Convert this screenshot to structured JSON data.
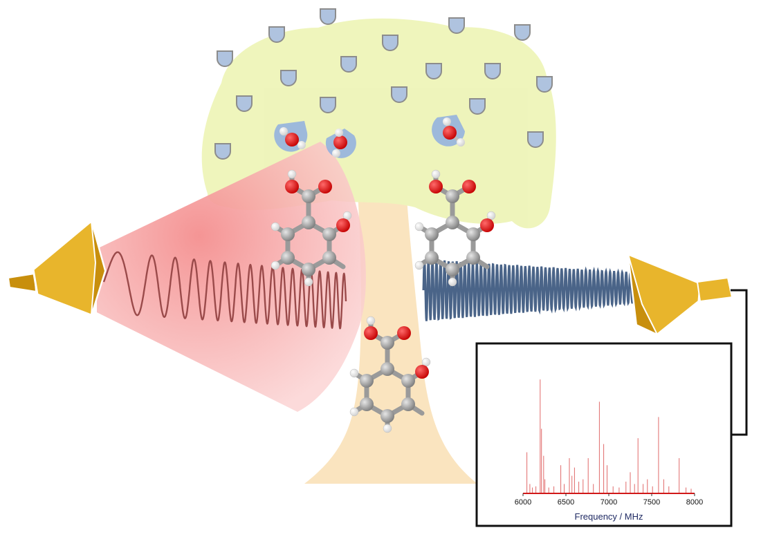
{
  "chart_data": {
    "type": "line",
    "xlabel": "Frequency / MHz",
    "ylabel": "",
    "xlim": [
      6000,
      8000
    ],
    "ylim": [
      0,
      1
    ],
    "xticks": [
      6000,
      6500,
      7000,
      7500,
      8000
    ],
    "grid": false,
    "series": [
      {
        "color": "#e06a6a",
        "peaks": [
          {
            "x": 6045,
            "y": 0.35
          },
          {
            "x": 6080,
            "y": 0.08
          },
          {
            "x": 6110,
            "y": 0.05
          },
          {
            "x": 6150,
            "y": 0.06
          },
          {
            "x": 6200,
            "y": 0.97
          },
          {
            "x": 6215,
            "y": 0.55
          },
          {
            "x": 6240,
            "y": 0.32
          },
          {
            "x": 6255,
            "y": 0.12
          },
          {
            "x": 6300,
            "y": 0.05
          },
          {
            "x": 6360,
            "y": 0.06
          },
          {
            "x": 6440,
            "y": 0.24
          },
          {
            "x": 6480,
            "y": 0.08
          },
          {
            "x": 6540,
            "y": 0.3
          },
          {
            "x": 6570,
            "y": 0.15
          },
          {
            "x": 6600,
            "y": 0.22
          },
          {
            "x": 6650,
            "y": 0.1
          },
          {
            "x": 6700,
            "y": 0.12
          },
          {
            "x": 6760,
            "y": 0.3
          },
          {
            "x": 6820,
            "y": 0.08
          },
          {
            "x": 6890,
            "y": 0.78
          },
          {
            "x": 6940,
            "y": 0.42
          },
          {
            "x": 6980,
            "y": 0.24
          },
          {
            "x": 7050,
            "y": 0.06
          },
          {
            "x": 7120,
            "y": 0.05
          },
          {
            "x": 7200,
            "y": 0.1
          },
          {
            "x": 7250,
            "y": 0.18
          },
          {
            "x": 7300,
            "y": 0.08
          },
          {
            "x": 7340,
            "y": 0.47
          },
          {
            "x": 7400,
            "y": 0.08
          },
          {
            "x": 7450,
            "y": 0.12
          },
          {
            "x": 7510,
            "y": 0.06
          },
          {
            "x": 7580,
            "y": 0.65
          },
          {
            "x": 7640,
            "y": 0.12
          },
          {
            "x": 7700,
            "y": 0.06
          },
          {
            "x": 7820,
            "y": 0.3
          },
          {
            "x": 7900,
            "y": 0.05
          },
          {
            "x": 7960,
            "y": 0.04
          }
        ]
      }
    ]
  },
  "colors": {
    "pulse_cone": "#f6a7a7",
    "chirp_wave": "#9a4a4a",
    "fid_signal": "#4a6488",
    "horn": "#e8b52c",
    "horn_shade": "#c88f0d",
    "tree_canopy": "#eef4b8",
    "tree_trunk": "#fae3bc",
    "droplet": "#afc3df",
    "oxygen": "#e21a1a",
    "carbon": "#9c9c9c",
    "hydrogen": "#ffffff",
    "spectrum": "#e06a6a",
    "axis_label": "#1f2a63"
  },
  "icons": {
    "left_horn": "horn-antenna-icon",
    "right_horn": "horn-antenna-icon",
    "molecule": "salicylic-acid-molecule",
    "water": "water-molecule",
    "tree": "willow-tree-illustration"
  }
}
